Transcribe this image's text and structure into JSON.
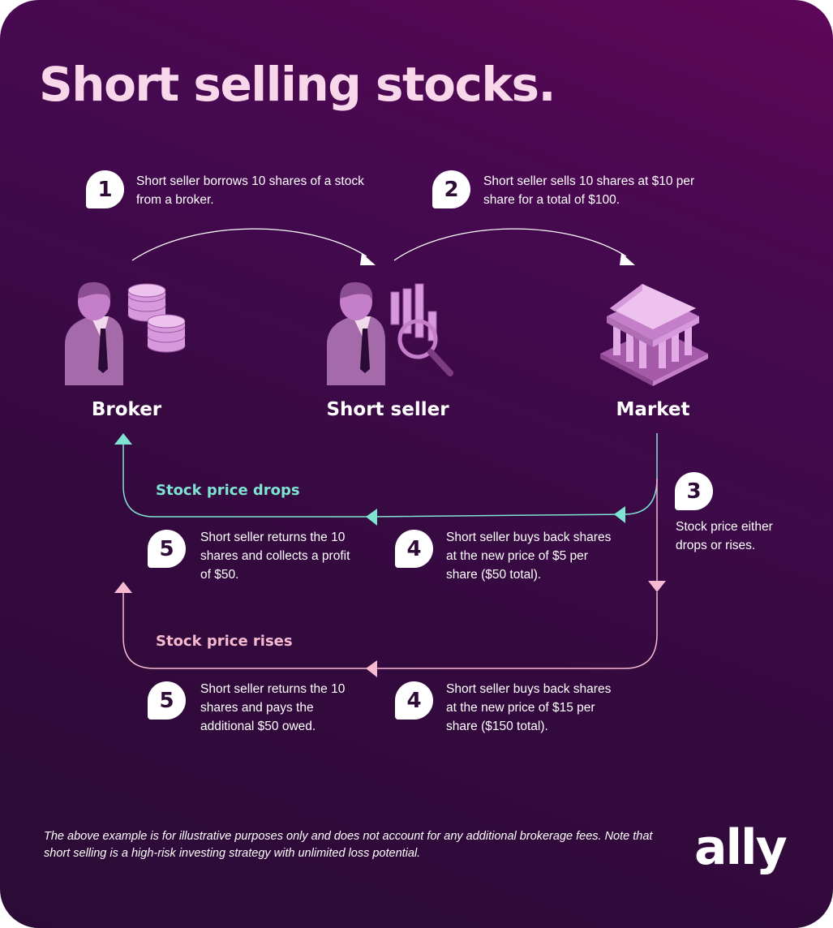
{
  "title": "Short selling stocks.",
  "steps": {
    "s1": {
      "num": "1",
      "text": "Short seller borrows 10 shares of a stock from a broker."
    },
    "s2": {
      "num": "2",
      "text": "Short seller sells 10 shares at $10 per share for a total of $100."
    },
    "s3": {
      "num": "3",
      "text": "Stock price either drops or rises."
    },
    "drop4": {
      "num": "4",
      "text": "Short seller buys back shares at the new price of $5 per share ($50 total)."
    },
    "drop5": {
      "num": "5",
      "text": "Short seller returns the 10 shares and collects a profit of $50."
    },
    "rise4": {
      "num": "4",
      "text": "Short seller buys back shares at the new price of $15 per share ($150 total)."
    },
    "rise5": {
      "num": "5",
      "text": "Short seller returns the 10 shares and pays the additional $50 owed."
    }
  },
  "nodes": {
    "broker": "Broker",
    "short_seller": "Short seller",
    "market": "Market"
  },
  "scenarios": {
    "drops": "Stock price drops",
    "rises": "Stock price rises"
  },
  "footnote": "The above example is for illustrative purposes only and does not account for any additional brokerage fees. Note that short selling is a high-risk investing strategy with unlimited loss potential.",
  "logo": "ally",
  "colors": {
    "background": "#3b0a44",
    "title": "#f9d7ea",
    "drop_path": "#7fe3d2",
    "rise_path": "#f6b9cf",
    "icon_purple": "#c57ec9"
  },
  "icons": {
    "broker": "person-with-coins-icon",
    "short_seller": "person-with-chart-magnifier-icon",
    "market": "bank-building-icon"
  }
}
